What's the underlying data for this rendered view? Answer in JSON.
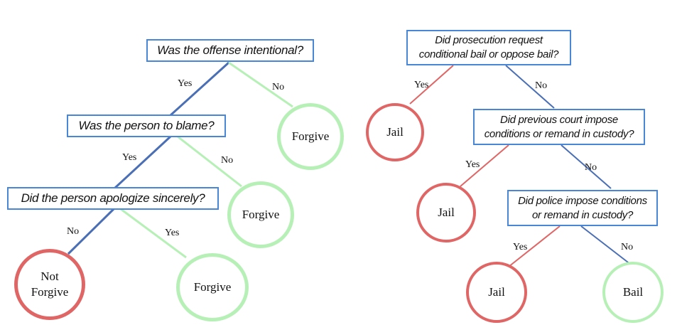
{
  "colors": {
    "question_border": "#4a86d8",
    "negative_node": "#e06666",
    "positive_node": "#b6f0b6",
    "blue_edge": "#4a6fb5",
    "red_edge": "#e06666",
    "green_edge": "#b6f0b6"
  },
  "left_tree": {
    "q1": "Was the offense intentional?",
    "q1_yes": "Yes",
    "q1_no": "No",
    "q1_no_outcome": "Forgive",
    "q2": "Was the person to blame?",
    "q2_yes": "Yes",
    "q2_no": "No",
    "q2_no_outcome": "Forgive",
    "q3": "Did the person apologize sincerely?",
    "q3_no": "No",
    "q3_yes": "Yes",
    "q3_no_outcome_line1": "Not",
    "q3_no_outcome_line2": "Forgive",
    "q3_yes_outcome": "Forgive"
  },
  "right_tree": {
    "q1_line1": "Did prosecution request",
    "q1_line2": "conditional bail or oppose bail?",
    "q1_yes": "Yes",
    "q1_no": "No",
    "q1_yes_outcome": "Jail",
    "q2_line1": "Did previous court impose",
    "q2_line2": "conditions or remand in custody?",
    "q2_yes": "Yes",
    "q2_no": "No",
    "q2_yes_outcome": "Jail",
    "q3_line1": "Did police impose conditions",
    "q3_line2": "or remand in custody?",
    "q3_yes": "Yes",
    "q3_no": "No",
    "q3_yes_outcome": "Jail",
    "q3_no_outcome": "Bail"
  }
}
